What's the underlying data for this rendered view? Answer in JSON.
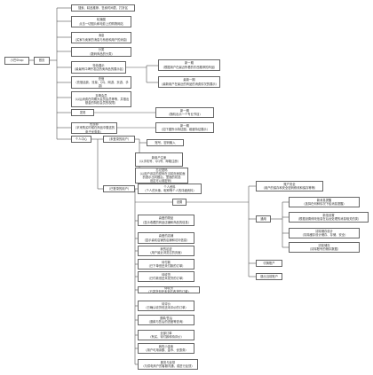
{
  "diagram": {
    "nodes": {
      "root": "小巴Shop",
      "home": "首页",
      "search": "搜索、精品推荐、售卖时间表、打折区",
      "banner": "轮播图\n点击一切图片和电影上的购物网站",
      "news": "消息\n（买家与卖家的消息与系统和用户的消息）",
      "category": "分类\n（数码商品的分类）",
      "special": "特色展示\n（最最有口碑开发店热卖商品的展示区）",
      "discount": "充值\n（充值话费、流量、QQ、网游、页游、手游）",
      "vip": "至尊会员\n（以后消费在同期大会员会员等等，并推出基金的特权会员的权限）",
      "feature_a": "新一期\n（根据用户在最近所看的东西推荐的商品）",
      "feature_b": "最新一期\n（最新用户在最近的商品的消费情况的展示）",
      "discover": "发现",
      "new_one": "新一期\n（随机出示一个专业节目）",
      "coupon": "优惠券\n（拿来购买时候在商品中赠送的电子优惠券）",
      "coupon_sub": "新一期\n（如下图所示特征图、维度特征展示）",
      "personal": "个人中心",
      "not_login": "（未登录的用户）",
      "login_reg": "账号、密码输入",
      "reg_third": "新用户注册\n（以手机号、QQ号、邮箱注册）",
      "forgot": "忘记密码\n（以用户设定的密码在当前页面前面的提示出问题后，里面的初选\n设定可以用密码）",
      "logged_in": "（已登录的用户）",
      "profile": "个人资料\n（个人的头像、昵称等个人的详细资料）",
      "settings": "设置",
      "account_security": "账户安全\n（用户的保存和安全密码修改和保存等等）",
      "general": "通用",
      "msg_notify": "新消息提醒\n（选择在何种情况下给消息提醒）",
      "privacy": "新信设置\n（根据设置修改信息在后台处理的消息相关的类）",
      "clear_cache": "清除储存设计\n（清除缓存设计储存、存储、安全）",
      "about": "清除储存\n（清除账号的储存数据）",
      "switch_account": "切换账户",
      "logout": "退出当前账户",
      "collect": "喜爱的物品\n（显示收藏的商品店铺和商品的信息）",
      "visited": "喜爱的店铺\n（显示喜欢店铺的店铺和访问信息）",
      "footprint": "我的足迹\n（用户最近浏览过的页面）",
      "pending_pay": "待付款\n（已下单但还未付款的订单）",
      "pending_ship": "待收货\n（已付款但还未发货的订单）",
      "pending_confirm": "待收货\n（已发货但还未到达收货的订单）",
      "pending_review": "待评价\n（已确认收货但还未评价的订单）",
      "refund": "退款/售后\n（退款与售后的进度等查询）",
      "all_orders": "全部订单\n（有买、待付款和待评价）",
      "wallet": "我的小金库\n（用户可用余额、金币、优惠券）",
      "service": "服务与反馈\n（与供电商户的客服沟通，或进行反馈）"
    }
  }
}
